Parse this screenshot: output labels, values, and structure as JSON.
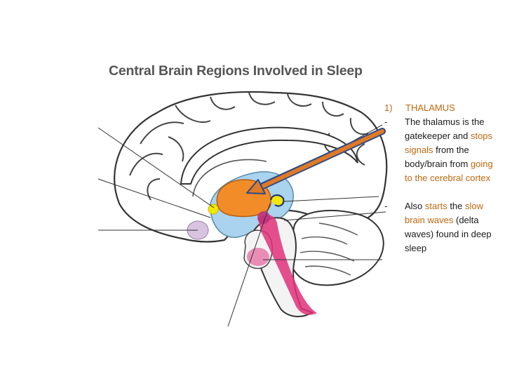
{
  "title": "Central Brain Regions Involved in Sleep",
  "colors": {
    "accent": "#c06810",
    "thalamus": "#f28c28",
    "arrow": "#e07a25",
    "brainstem": "#e0307a",
    "pineal": "#f2e800",
    "hypothalamus": "#a9d3ee",
    "outline": "#333333"
  },
  "notes": {
    "heading_number": "1)",
    "heading": "THALAMUS",
    "bullet1": {
      "dash": "-",
      "part1": "The thalamus is the gatekeeper and ",
      "hl1": "stops signals",
      "part2": " from the body/brain from ",
      "hl2": "going to the cerebral cortex"
    },
    "bullet2": {
      "dash": "-",
      "part1": "Also ",
      "hl1": "starts",
      "part2": " the ",
      "hl2": "slow brain waves",
      "part3": "  (delta waves) found in deep sleep"
    }
  }
}
